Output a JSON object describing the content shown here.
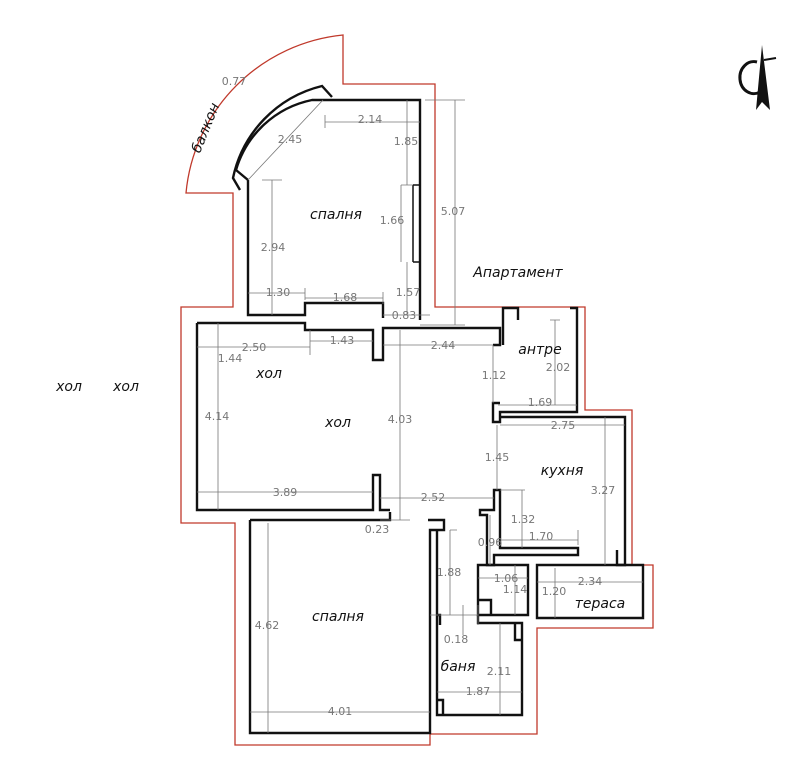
{
  "apartment_label": "Апартамент",
  "rooms": {
    "balcony": "балкон",
    "bedroom_top": "спалня",
    "hall_small": "хол",
    "hall_main": "хол",
    "antre": "антре",
    "kitchen": "кухня",
    "bedroom_bottom": "спалня",
    "bathroom": "баня",
    "terrace": "тераса"
  },
  "outside_labels": [
    "хол",
    "хол"
  ],
  "dimensions": [
    "0.77",
    "2.45",
    "2.14",
    "1.85",
    "1.66",
    "5.07",
    "2.94",
    "1.30",
    "1.68",
    "1.57",
    "0.83",
    "2.50",
    "1.43",
    "2.44",
    "1.44",
    "1.12",
    "2.02",
    "1.69",
    "4.14",
    "4.03",
    "2.75",
    "1.45",
    "3.27",
    "3.89",
    "2.52",
    "1.32",
    "0.23",
    "0.96",
    "1.70",
    "1.88",
    "1.06",
    "1.14",
    "2.34",
    "1.20",
    "4.62",
    "0.18",
    "2.11",
    "1.87",
    "4.01"
  ],
  "colors": {
    "outline": "#c0392b",
    "walls": "#111111",
    "dimensions": "#777777"
  },
  "icons": {
    "north_arrow": "north-arrow-icon"
  }
}
